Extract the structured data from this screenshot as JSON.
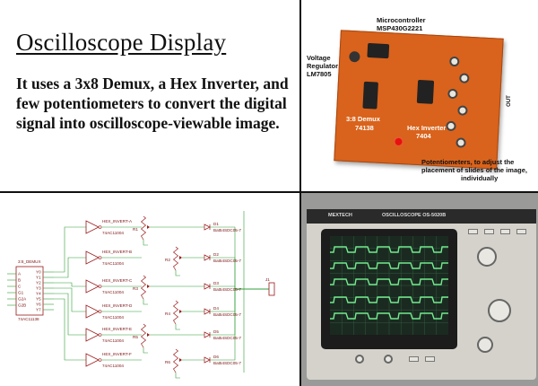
{
  "panel_text": {
    "title": "Oscilloscope Display",
    "description": "It uses a 3x8 Demux, a Hex Inverter, and few potentiometers to convert the digital signal into oscilloscope-viewable image."
  },
  "board_photo": {
    "microcontroller": "Microcontroller",
    "microcontroller_part": "MSP430G2221",
    "regulator_line1": "Voltage",
    "regulator_line2": "Regulator",
    "regulator_part": "LM7805",
    "demux": "3:8 Demux",
    "demux_part": "74138",
    "inverter": "Hex Inverter",
    "inverter_part": "7404",
    "pots_line1": "Potentiometers, to adjust the",
    "pots_line2": "placement of slides of the image,",
    "pots_line3": "individually",
    "out_label": "OUT"
  },
  "schematic": {
    "demux_name": "3:8_DEMUX",
    "demux_part": "74AC11138",
    "demux_pins_left": [
      "A",
      "B",
      "C",
      "G1",
      "G2A",
      "G2B"
    ],
    "demux_pins_right": [
      "Y0",
      "Y1",
      "Y2",
      "Y3",
      "Y4",
      "Y5",
      "Y6",
      "Y7"
    ],
    "inverters": [
      {
        "name": "HEX_INVERT-A",
        "part": "74AC11004"
      },
      {
        "name": "HEX_INVERT-B",
        "part": "74AC11004"
      },
      {
        "name": "HEX_INVERT-C",
        "part": "74AC11004"
      },
      {
        "name": "HEX_INVERT-D",
        "part": "74AC11004"
      },
      {
        "name": "HEX_INVERT-E",
        "part": "74AC11004"
      },
      {
        "name": "HEX_INVERT-F",
        "part": "74AC11004"
      }
    ],
    "diodes": [
      {
        "name": "D1",
        "part": "Bat54SDC05-7"
      },
      {
        "name": "D2",
        "part": "Bat54SDC05-7"
      },
      {
        "name": "D3",
        "part": "Bat54SDC05-7"
      },
      {
        "name": "D4",
        "part": "Bat54SDC05-7"
      },
      {
        "name": "D5",
        "part": "Bat54SDC05-7"
      },
      {
        "name": "D6",
        "part": "Bat54SDC05-7"
      }
    ],
    "resistors": [
      "R1",
      "R2",
      "R3",
      "R4",
      "R5",
      "R6"
    ],
    "output_label": "J1"
  },
  "scope_photo": {
    "brand": "MEXTECH",
    "model": "OSCILLOSCOPE  OS-5020B"
  },
  "colors": {
    "board": "#d9631c",
    "wire": "#2e9e36",
    "component": "#9a1a1a",
    "trace": "#7dff9a"
  }
}
